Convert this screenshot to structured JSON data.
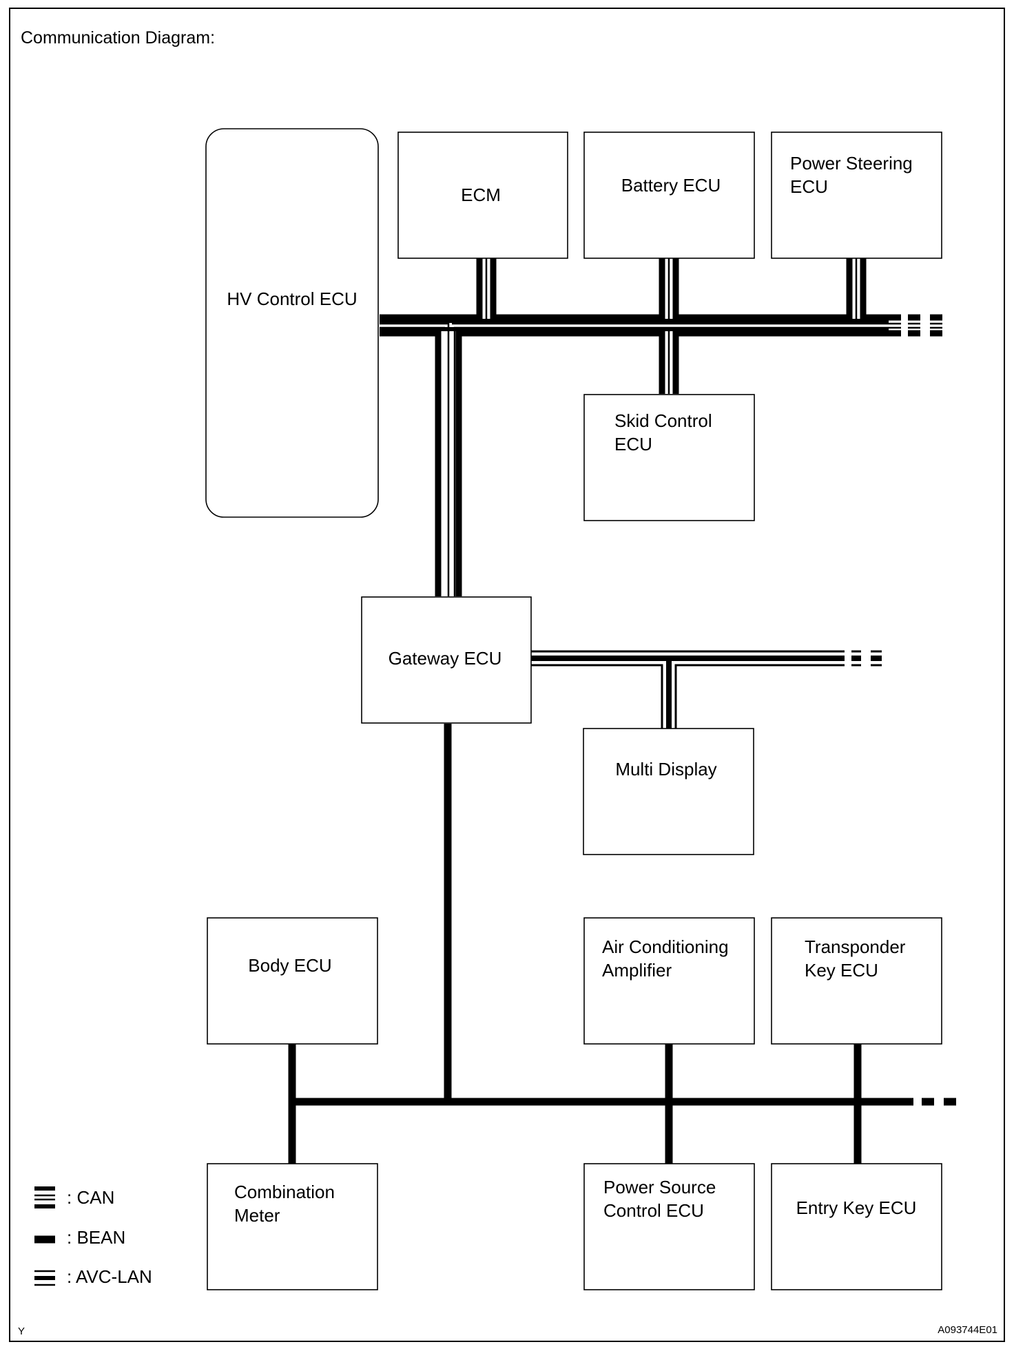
{
  "title": "Communication Diagram:",
  "corner_left": "Y",
  "corner_right": "A093744E01",
  "ecus": {
    "hv_control": "HV Control ECU",
    "ecm": "ECM",
    "battery": "Battery ECU",
    "power_steering": [
      "Power Steering",
      "ECU"
    ],
    "skid_control": [
      "Skid Control",
      "ECU"
    ],
    "gateway": "Gateway ECU",
    "multi_display": "Multi Display",
    "body": "Body ECU",
    "air_conditioning": [
      "Air Conditioning",
      "Amplifier"
    ],
    "transponder_key": [
      "Transponder",
      "Key ECU"
    ],
    "combination_meter": [
      "Combination",
      "Meter"
    ],
    "power_source": [
      "Power Source",
      "Control ECU"
    ],
    "entry_key": "Entry Key ECU"
  },
  "legend": {
    "can": ": CAN",
    "bean": ": BEAN",
    "avc_lan": ": AVC-LAN"
  }
}
